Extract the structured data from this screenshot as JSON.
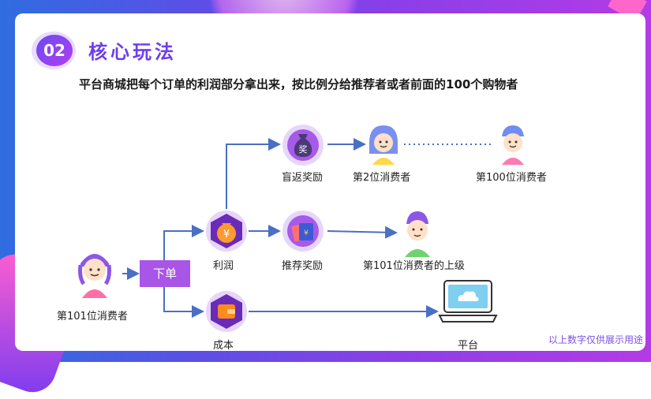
{
  "header": {
    "badge_number": "02",
    "title": "核心玩法"
  },
  "subtitle": "平台商城把每个订单的利润部分拿出来，按比例分给推荐者或者前面的100个购物者",
  "nodes": {
    "consumer101": "第101位消费者",
    "order": "下单",
    "profit": "利润",
    "cost": "成本",
    "rebate_reward": "盲返奖励",
    "recommend_reward": "推荐奖励",
    "consumer2": "第2位消费者",
    "consumer100": "第100位消费者",
    "superior": "第101位消费者的上级",
    "platform": "平台"
  },
  "icons": {
    "rebate_badge": "奖",
    "profit_badge": "¥",
    "recommend_badge": "¥"
  },
  "note": "以上数字仅供展示用途",
  "colors": {
    "accent": "#6b3ff0",
    "node": "#a55ae8",
    "order_box": "#a855e8",
    "arrow": "#4a6fc4"
  }
}
